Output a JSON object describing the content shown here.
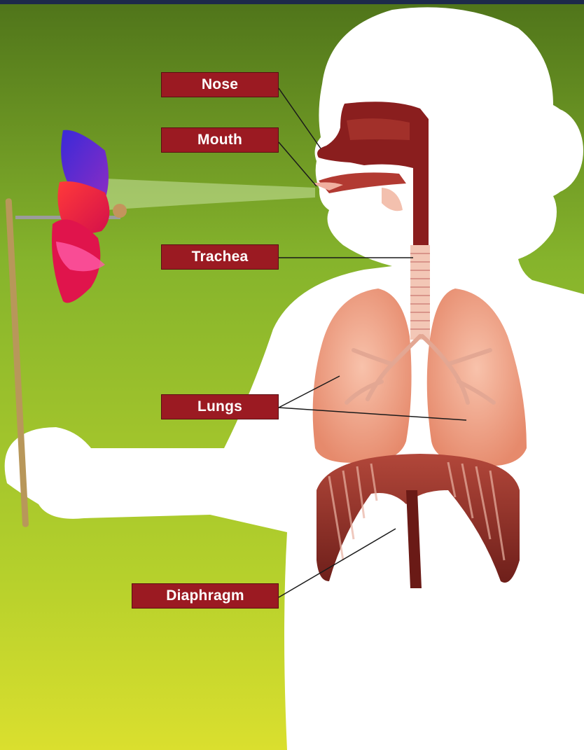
{
  "labels": {
    "nose": "Nose",
    "mouth": "Mouth",
    "trachea": "Trachea",
    "lungs": "Lungs",
    "diaphragm": "Diaphragm"
  },
  "colors": {
    "background_top": "#557d1e",
    "background_mid": "#8fbb2e",
    "background_bottom": "#d6dc2c",
    "silhouette": "#ffffff",
    "label_fill": "#9b1a22",
    "lung": "#f2a88e",
    "trachea": "#f3c7b6",
    "diaphragm": "#8f2f28",
    "airway": "#7b1c1c",
    "leader_line": "#1a1a1a"
  },
  "icons": {
    "pinwheel": "pinwheel-toy-icon"
  }
}
